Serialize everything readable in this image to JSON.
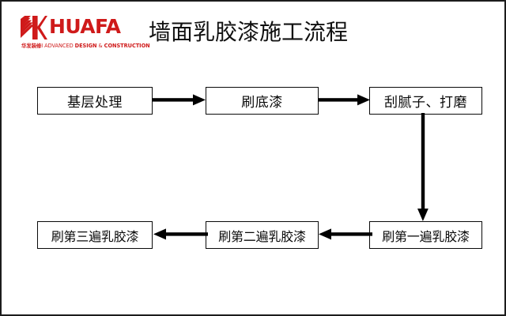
{
  "slide": {
    "background_color": "#ffffff",
    "border_color": "#1c1c1c"
  },
  "header": {
    "logo": {
      "icon_name": "huafa-k-logo-icon",
      "wordmark": "HUAFA",
      "sub_cn": "华发装修",
      "sub_en_prefix": "I ADVANCED ",
      "sub_en_bold1": "DESIGN",
      "sub_en_amp": " & ",
      "sub_en_bold2": "CONSTRUCTION",
      "brand_color": "#cf1a1a"
    },
    "title": "墙面乳胶漆施工流程"
  },
  "flowchart": {
    "type": "process-flow",
    "node_border_color": "#0a0a0a",
    "arrow_color": "#000000",
    "nodes": [
      {
        "id": "node-1",
        "label": "基层处理",
        "row": "top",
        "order": 1
      },
      {
        "id": "node-2",
        "label": "刷底漆",
        "row": "top",
        "order": 2
      },
      {
        "id": "node-3",
        "label": "刮腻子、打磨",
        "row": "top",
        "order": 3
      },
      {
        "id": "node-4",
        "label": "刷第一遍乳胶漆",
        "row": "bottom",
        "order": 4
      },
      {
        "id": "node-5",
        "label": "刷第二遍乳胶漆",
        "row": "bottom",
        "order": 5
      },
      {
        "id": "node-6",
        "label": "刷第三遍乳胶漆",
        "row": "bottom",
        "order": 6
      }
    ],
    "edges": [
      {
        "from": "基层处理",
        "to": "刷底漆",
        "direction": "right"
      },
      {
        "from": "刷底漆",
        "to": "刮腻子、打磨",
        "direction": "right"
      },
      {
        "from": "刮腻子、打磨",
        "to": "刷第一遍乳胶漆",
        "direction": "down"
      },
      {
        "from": "刷第一遍乳胶漆",
        "to": "刷第二遍乳胶漆",
        "direction": "left"
      },
      {
        "from": "刷第二遍乳胶漆",
        "to": "刷第三遍乳胶漆",
        "direction": "left"
      }
    ]
  }
}
